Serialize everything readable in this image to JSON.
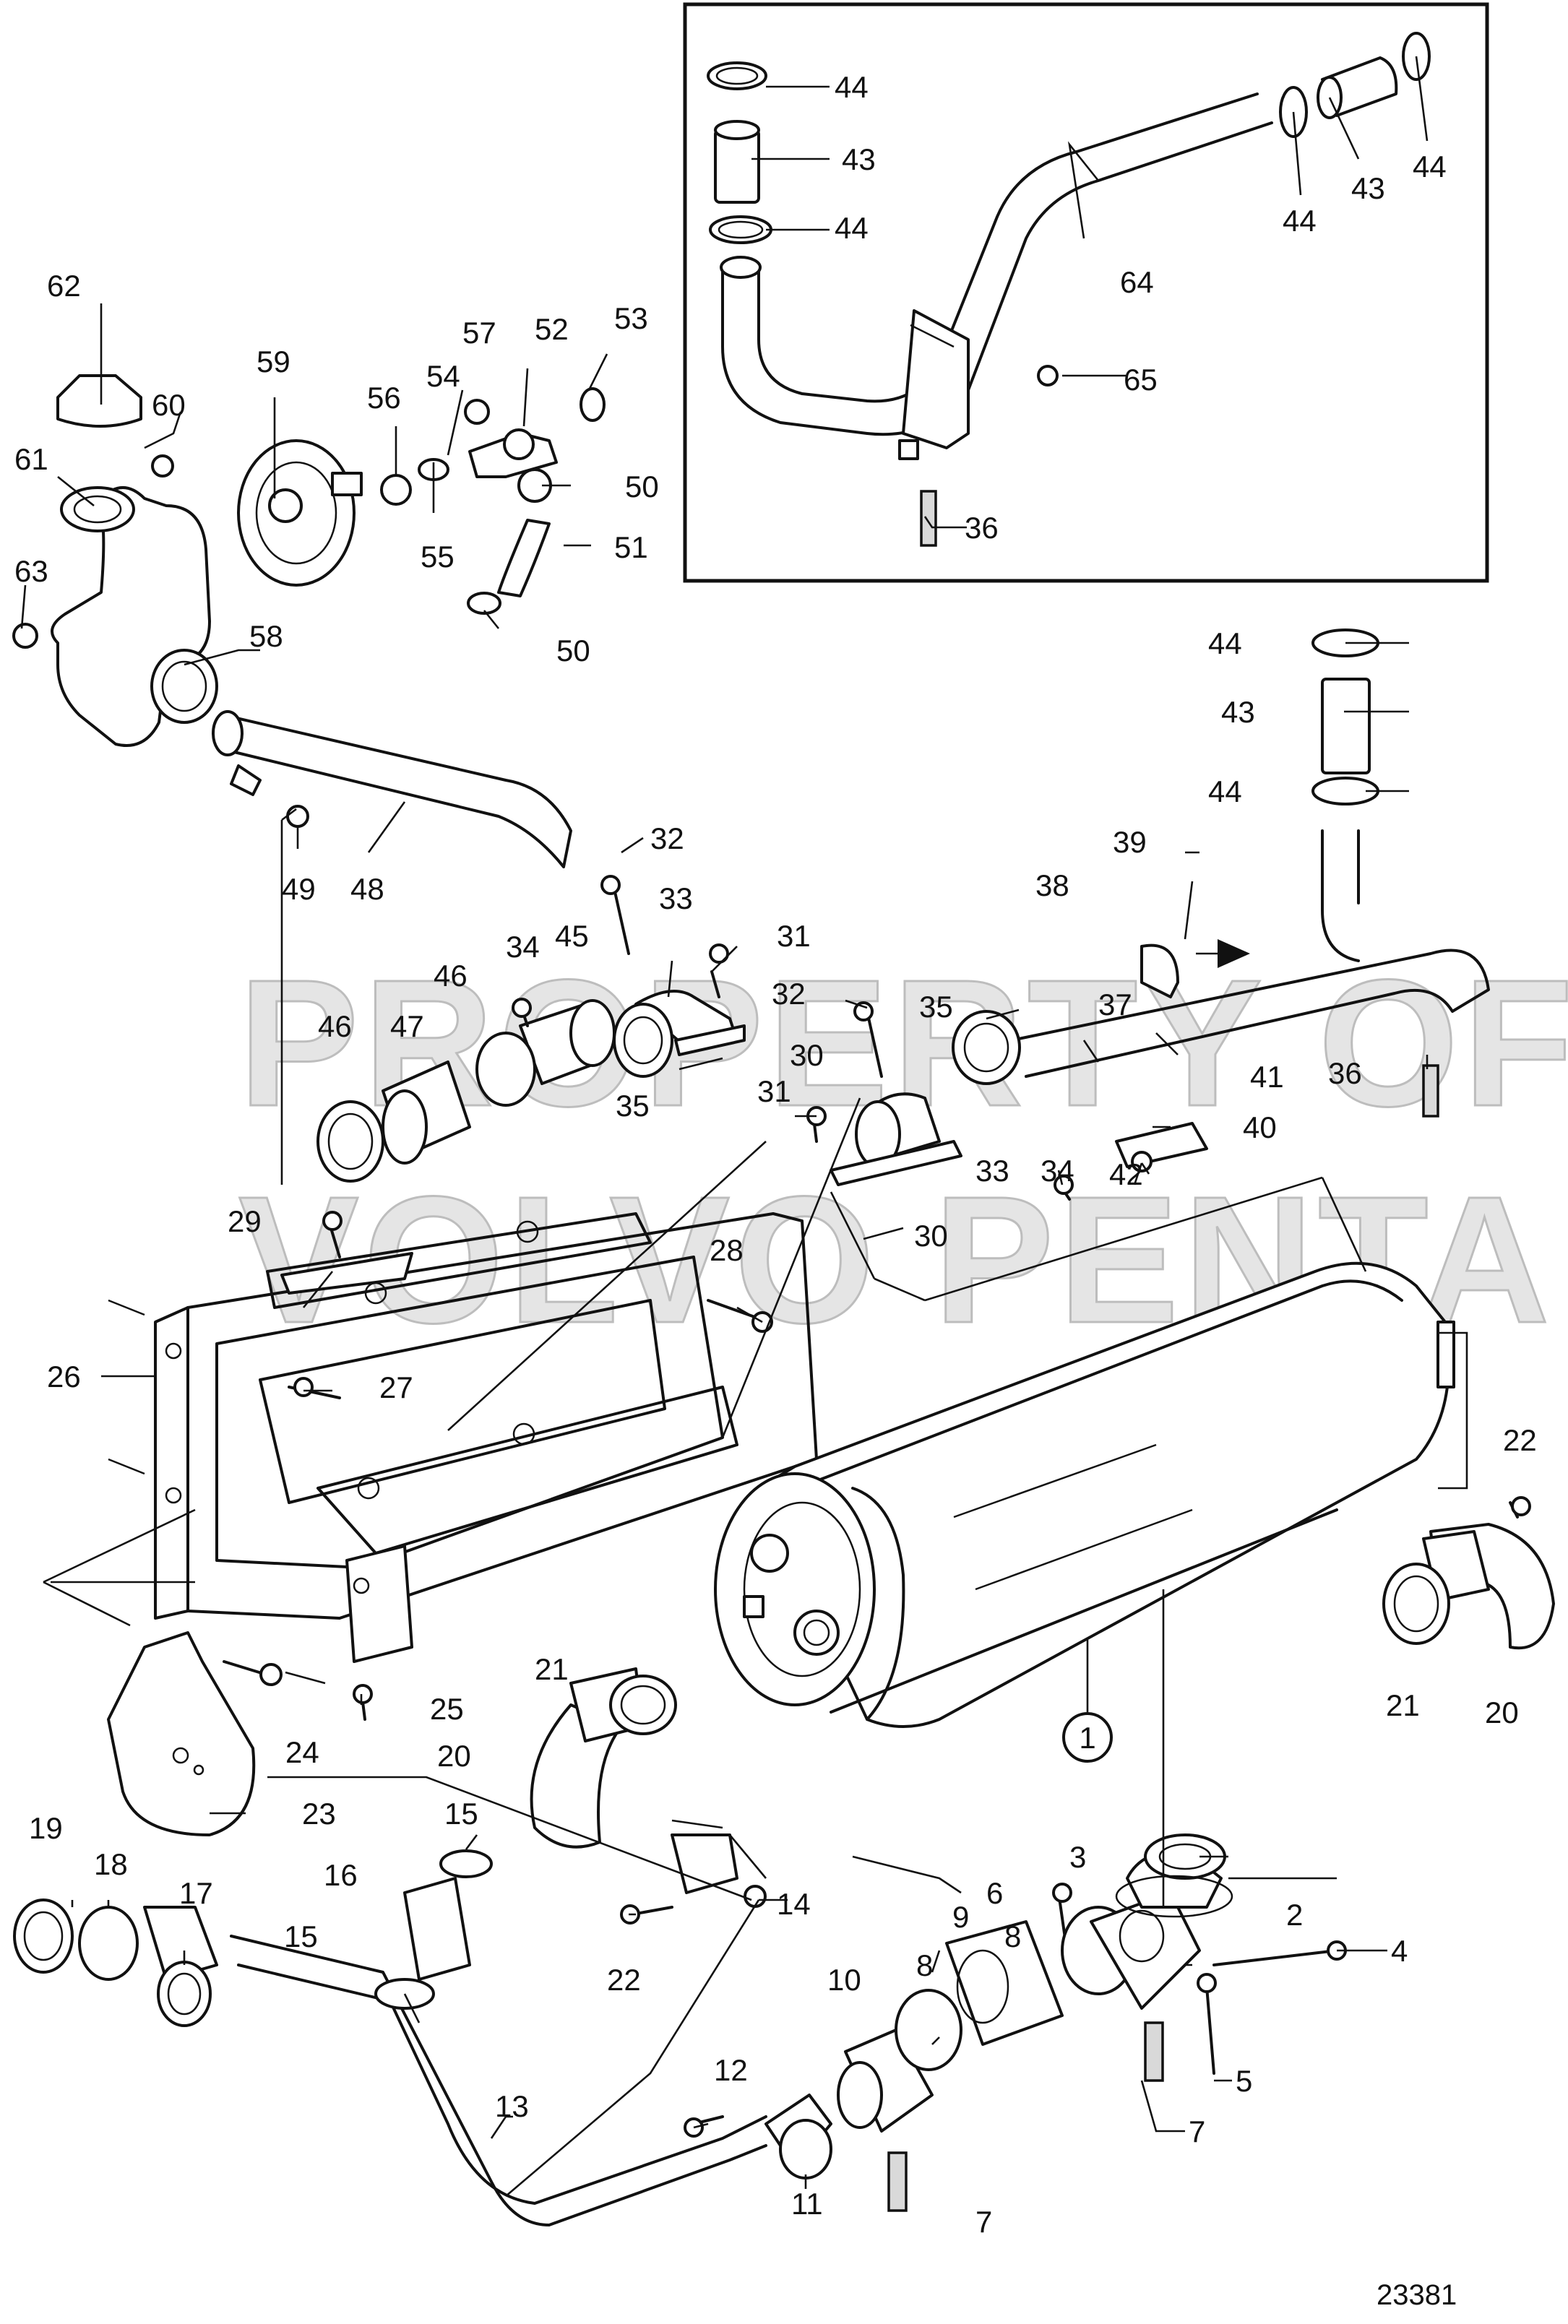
{
  "watermark": {
    "line1": "PROPERTY OF",
    "line2": "VOLVO PENTA"
  },
  "reference_number": "23381",
  "callouts": [
    "1",
    "2",
    "3",
    "4",
    "5",
    "6",
    "7",
    "7",
    "8",
    "8",
    "9",
    "10",
    "11",
    "12",
    "13",
    "14",
    "15",
    "15",
    "16",
    "17",
    "18",
    "19",
    "20",
    "20",
    "21",
    "21",
    "22",
    "22",
    "23",
    "24",
    "25",
    "26",
    "27",
    "28",
    "29",
    "30",
    "30",
    "31",
    "31",
    "32",
    "32",
    "33",
    "33",
    "34",
    "34",
    "35",
    "35",
    "36",
    "36",
    "37",
    "38",
    "39",
    "40",
    "41",
    "42",
    "43",
    "43",
    "43",
    "44",
    "44",
    "44",
    "44",
    "44",
    "44",
    "45",
    "46",
    "46",
    "47",
    "48",
    "49",
    "50",
    "50",
    "51",
    "52",
    "53",
    "54",
    "55",
    "56",
    "57",
    "58",
    "59",
    "60",
    "61",
    "62",
    "63",
    "64",
    "65"
  ]
}
